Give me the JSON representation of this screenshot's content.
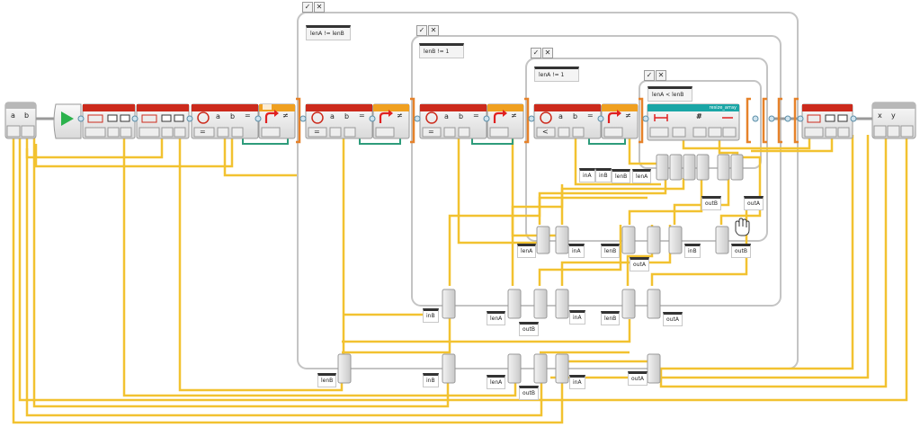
{
  "params": {
    "inputs": [
      "a",
      "b"
    ],
    "outputs": [
      "x",
      "y"
    ]
  },
  "loops": [
    {
      "condition": "lenA != lenB",
      "check_glyph": "✓",
      "close_glyph": "✕"
    },
    {
      "condition": "lenB != 1",
      "check_glyph": "✓",
      "close_glyph": "✕"
    },
    {
      "condition": "lenA != 1",
      "check_glyph": "✓",
      "close_glyph": "✕"
    },
    {
      "condition": "lenA < lenB",
      "check_glyph": "✓",
      "close_glyph": "✕"
    }
  ],
  "blocks": {
    "compare": {
      "a": "a",
      "b": "b",
      "eq": "=",
      "op_eq": "=",
      "op_lt": "<"
    },
    "switch_symbol": "≠",
    "resize_title": "resize_array",
    "array_ops": {
      "hash": "#"
    }
  },
  "var_labels": {
    "row_inner": [
      "inA",
      "inB",
      "lenB",
      "lenA"
    ],
    "inner_side": [
      "outB",
      "outA"
    ],
    "row_level3": [
      "lenA",
      "inA",
      "lenB",
      "outA",
      "inB",
      "outB"
    ],
    "row_level2": [
      "inB",
      "lenA",
      "outB",
      "inA",
      "lenB",
      "outA"
    ],
    "row_level1": [
      "lenB",
      "inB",
      "lenA",
      "outB",
      "inA",
      "outA"
    ]
  },
  "colors": {
    "wire": "#f2c230",
    "wire_green": "#2e9c7b",
    "block_red": "#cc2a1c",
    "block_orange": "#f0a020",
    "loop_bracket": "#e6822a",
    "loop_border": "#c4c4c4",
    "teal": "#1aa6a6",
    "start_green": "#2bb24c"
  }
}
